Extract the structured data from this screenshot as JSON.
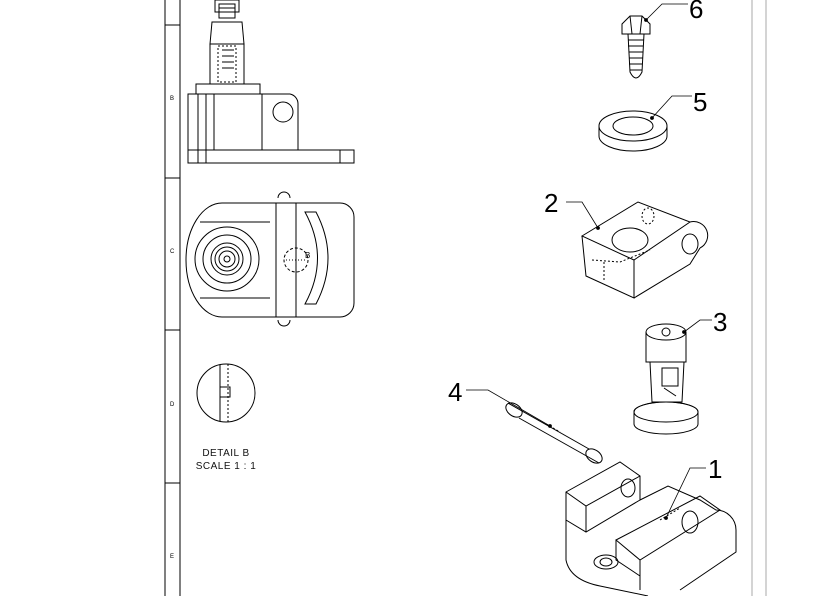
{
  "sheet": {
    "zone_letters": [
      "B",
      "C",
      "D",
      "E"
    ]
  },
  "detail": {
    "marker": "B",
    "title": "DETAIL B",
    "scale": "SCALE 1 : 1"
  },
  "balloons": [
    {
      "id": "bolt",
      "label": "6"
    },
    {
      "id": "washer",
      "label": "5"
    },
    {
      "id": "clamp-block",
      "label": "2"
    },
    {
      "id": "pin-housing",
      "label": "3"
    },
    {
      "id": "rod",
      "label": "4"
    },
    {
      "id": "base-bracket",
      "label": "1"
    }
  ]
}
